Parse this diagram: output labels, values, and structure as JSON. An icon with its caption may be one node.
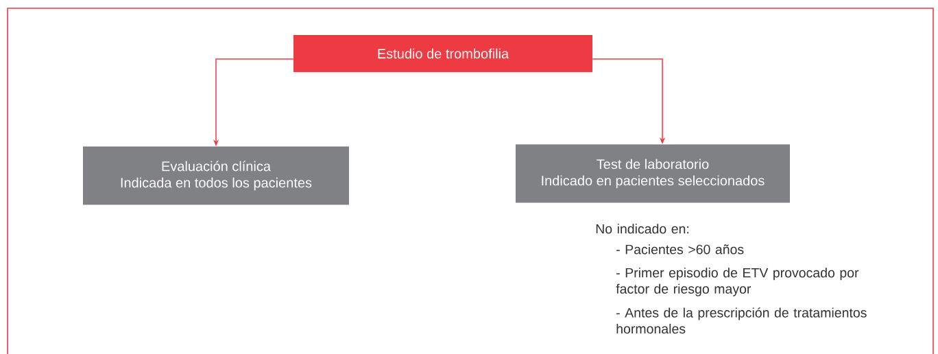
{
  "diagram": {
    "nodes": [
      {
        "text": [
          "Estudio de trombofilia"
        ]
      },
      {
        "text": [
          "Evaluación clínica",
          "Indicada en todos los pacientes"
        ]
      },
      {
        "text": [
          "Test de laboratorio",
          "Indicado en pacientes seleccionados"
        ]
      }
    ],
    "edges": [
      {
        "from": 0,
        "to": 1,
        "arrow": "to"
      },
      {
        "from": 0,
        "to": 2,
        "arrow": "to"
      }
    ],
    "labels": [
      "No indicado en:",
      "- Pacientes >60 años",
      "- Primer episodio de ETV provocado por factor de riesgo mayor",
      "- Antes de la prescripción de tratamientos hormonales"
    ]
  }
}
